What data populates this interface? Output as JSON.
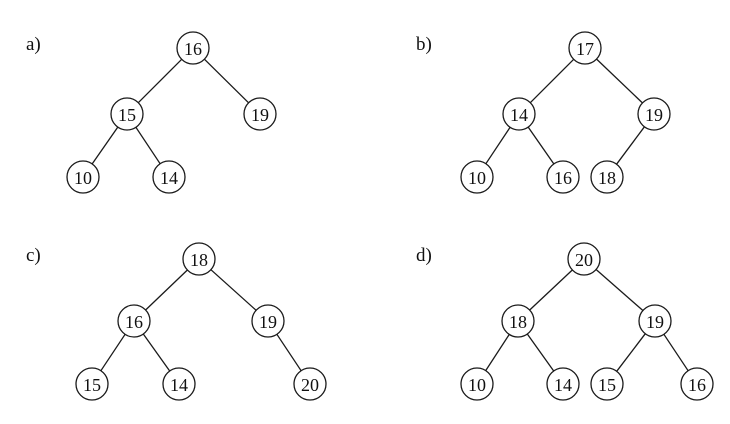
{
  "panels": [
    {
      "label": "a)",
      "nodes": [
        {
          "id": "r",
          "value": "16"
        },
        {
          "id": "l",
          "value": "15"
        },
        {
          "id": "rr",
          "value": "19"
        },
        {
          "id": "ll",
          "value": "10"
        },
        {
          "id": "lr",
          "value": "14"
        }
      ],
      "edges": [
        [
          "r",
          "l"
        ],
        [
          "r",
          "rr"
        ],
        [
          "l",
          "ll"
        ],
        [
          "l",
          "lr"
        ]
      ]
    },
    {
      "label": "b)",
      "nodes": [
        {
          "id": "r",
          "value": "17"
        },
        {
          "id": "l",
          "value": "14"
        },
        {
          "id": "rr",
          "value": "19"
        },
        {
          "id": "ll",
          "value": "10"
        },
        {
          "id": "lr",
          "value": "16"
        },
        {
          "id": "rl",
          "value": "18"
        }
      ],
      "edges": [
        [
          "r",
          "l"
        ],
        [
          "r",
          "rr"
        ],
        [
          "l",
          "ll"
        ],
        [
          "l",
          "lr"
        ],
        [
          "rr",
          "rl"
        ]
      ]
    },
    {
      "label": "c)",
      "nodes": [
        {
          "id": "r",
          "value": "18"
        },
        {
          "id": "l",
          "value": "16"
        },
        {
          "id": "rr",
          "value": "19"
        },
        {
          "id": "ll",
          "value": "15"
        },
        {
          "id": "lr",
          "value": "14"
        },
        {
          "id": "rrr",
          "value": "20"
        }
      ],
      "edges": [
        [
          "r",
          "l"
        ],
        [
          "r",
          "rr"
        ],
        [
          "l",
          "ll"
        ],
        [
          "l",
          "lr"
        ],
        [
          "rr",
          "rrr"
        ]
      ]
    },
    {
      "label": "d)",
      "nodes": [
        {
          "id": "r",
          "value": "20"
        },
        {
          "id": "l",
          "value": "18"
        },
        {
          "id": "rr",
          "value": "19"
        },
        {
          "id": "ll",
          "value": "10"
        },
        {
          "id": "lr",
          "value": "14"
        },
        {
          "id": "rl",
          "value": "15"
        },
        {
          "id": "rrr",
          "value": "16"
        }
      ],
      "edges": [
        [
          "r",
          "l"
        ],
        [
          "r",
          "rr"
        ],
        [
          "l",
          "ll"
        ],
        [
          "l",
          "lr"
        ],
        [
          "rr",
          "rl"
        ],
        [
          "rr",
          "rrr"
        ]
      ]
    }
  ]
}
